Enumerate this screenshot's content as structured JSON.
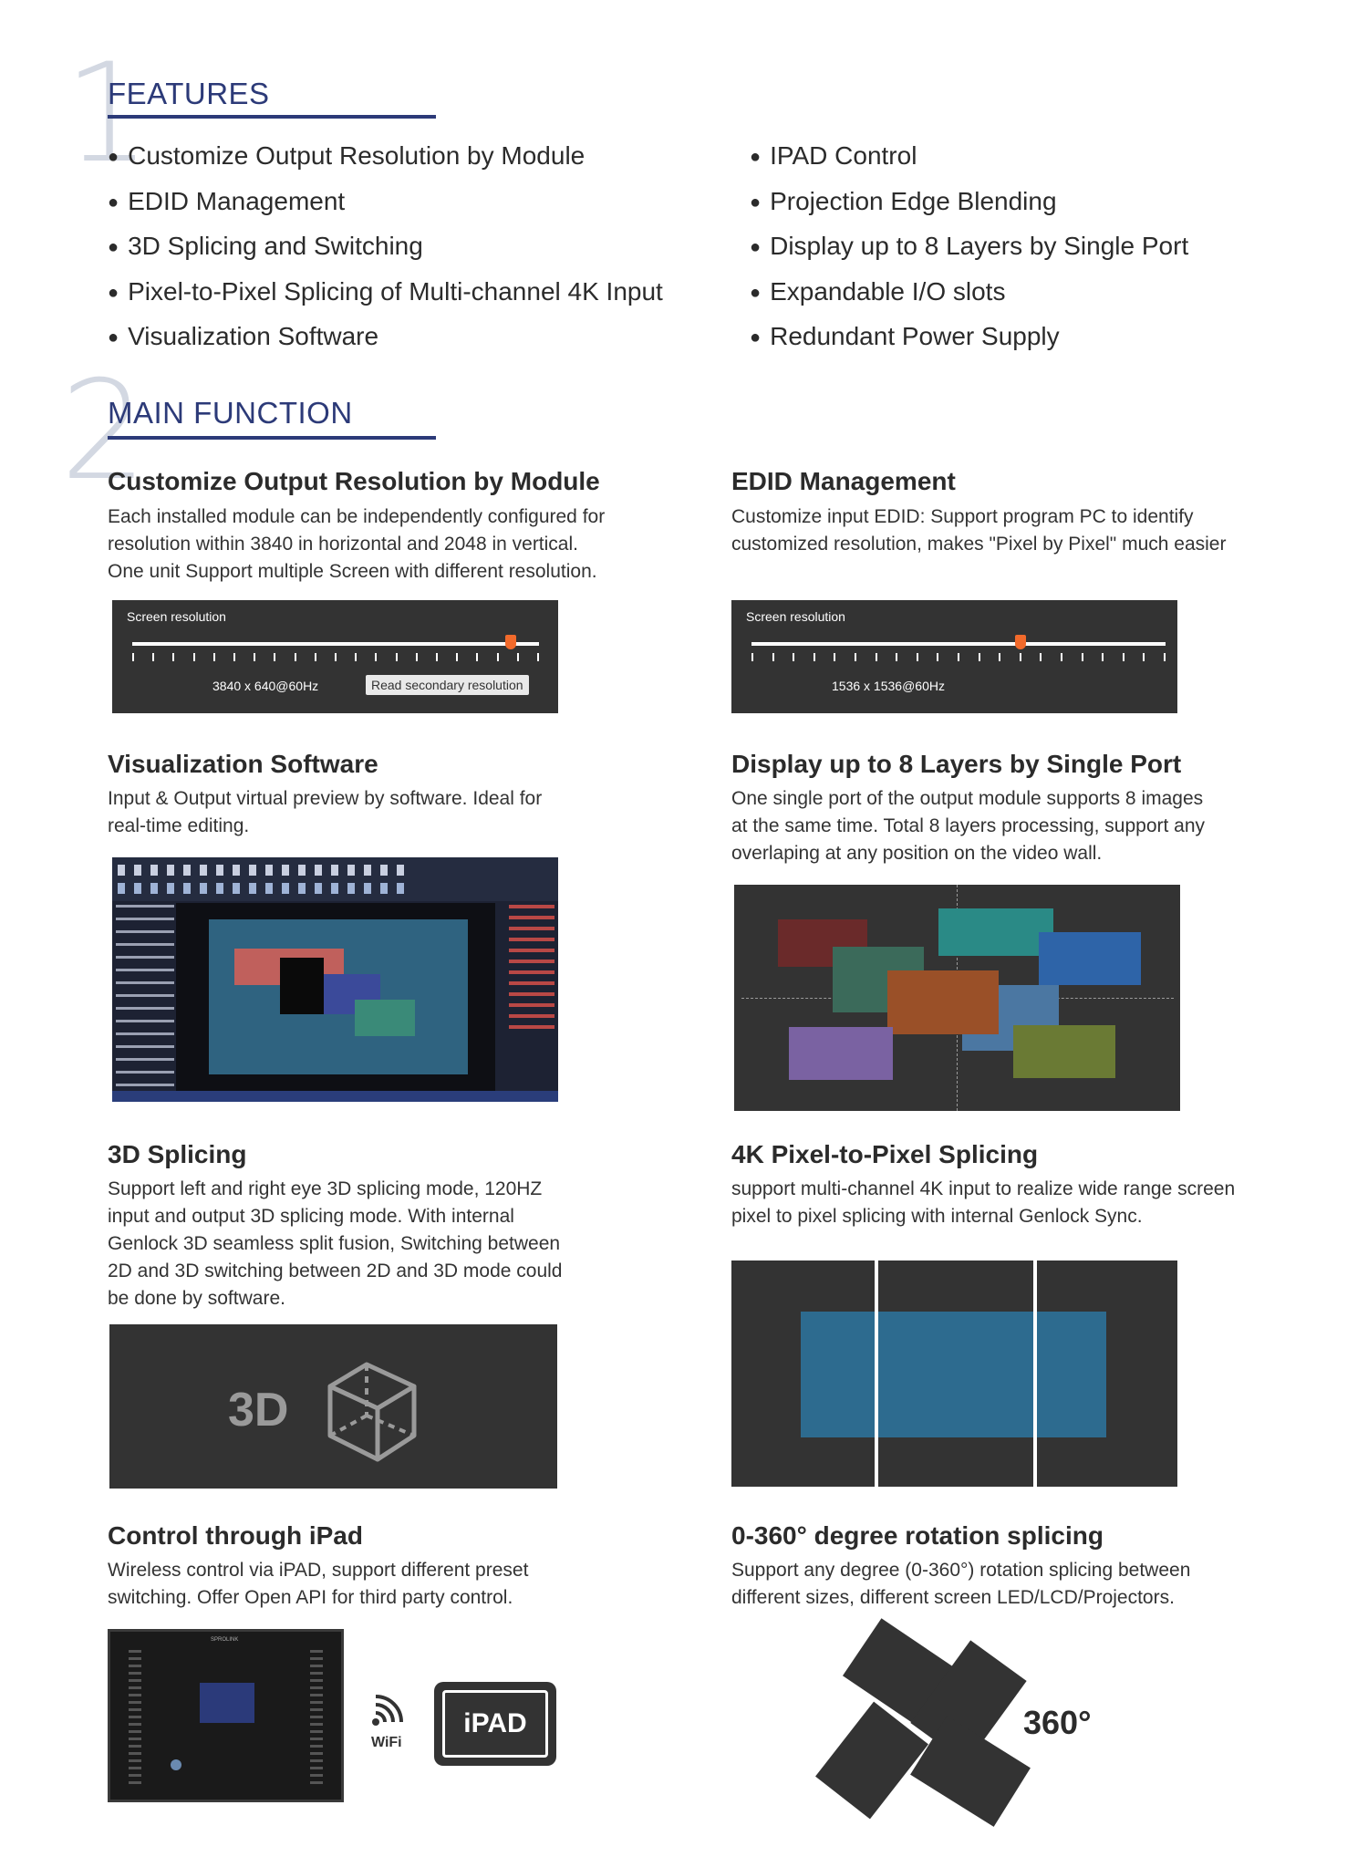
{
  "features": {
    "number": "1",
    "title": "FEATURES",
    "left": [
      "Customize Output Resolution by Module",
      "EDID Management",
      "3D Splicing and Switching",
      "Pixel-to-Pixel Splicing of Multi-channel 4K Input",
      "Visualization Software"
    ],
    "right": [
      "IPAD Control",
      "Projection Edge Blending",
      "Display up to 8 Layers by Single Port",
      "Expandable I/O slots",
      "Redundant Power Supply"
    ]
  },
  "main_function": {
    "number": "2",
    "title": "MAIN FUNCTION",
    "items": [
      {
        "heading": "Customize Output Resolution by Module",
        "lines": [
          "Each installed module can be independently configured for",
          "resolution within 3840 in horizontal and 2048 in vertical.",
          "One unit Support multiple Screen with different resolution."
        ],
        "panel": {
          "label": "Screen resolution",
          "value": "3840 x 640@60Hz",
          "button": "Read secondary resolution",
          "slider_fraction": 0.93,
          "ticks": 20
        }
      },
      {
        "heading": "EDID Management",
        "lines": [
          "Customize input EDID: Support program PC to identify",
          "customized resolution, makes \"Pixel by Pixel\" much easier"
        ],
        "panel": {
          "label": "Screen resolution",
          "value": "1536 x 1536@60Hz",
          "slider_fraction": 0.65,
          "ticks": 20
        }
      },
      {
        "heading": "Visualization Software",
        "lines": [
          "Input & Output virtual preview by software. Ideal for",
          "real-time editing."
        ]
      },
      {
        "heading": "Display up to 8 Layers by Single Port",
        "lines": [
          "One single port of the output module supports 8 images",
          "at the same time. Total 8 layers processing, support any",
          "overlaping at any position on the video wall."
        ]
      },
      {
        "heading": "3D Splicing",
        "lines": [
          "Support left and right eye 3D splicing mode, 120HZ",
          "input and output 3D splicing mode. With internal",
          "Genlock 3D seamless split fusion, Switching between",
          "2D and 3D switching between 2D and 3D mode could",
          "be done by software."
        ],
        "badge": "3D"
      },
      {
        "heading": "4K Pixel-to-Pixel Splicing",
        "lines": [
          "support multi-channel 4K input to realize wide range screen",
          "pixel to pixel splicing with internal Genlock Sync."
        ]
      },
      {
        "heading": "Control through iPad",
        "lines": [
          "Wireless control via iPAD, support different preset",
          "switching. Offer Open API for third party control."
        ],
        "wifi_label": "WiFi",
        "ipad_label": "iPAD",
        "device_brand": "SPROLINK"
      },
      {
        "heading": "0-360° degree rotation splicing",
        "lines": [
          "Support any degree (0-360°) rotation splicing between",
          "different sizes, different screen LED/LCD/Projectors."
        ],
        "rotation_label": "360°"
      }
    ]
  },
  "colors": {
    "accent": "#2c3a78",
    "panel": "#333333",
    "slider_thumb": "#f26a2b"
  }
}
